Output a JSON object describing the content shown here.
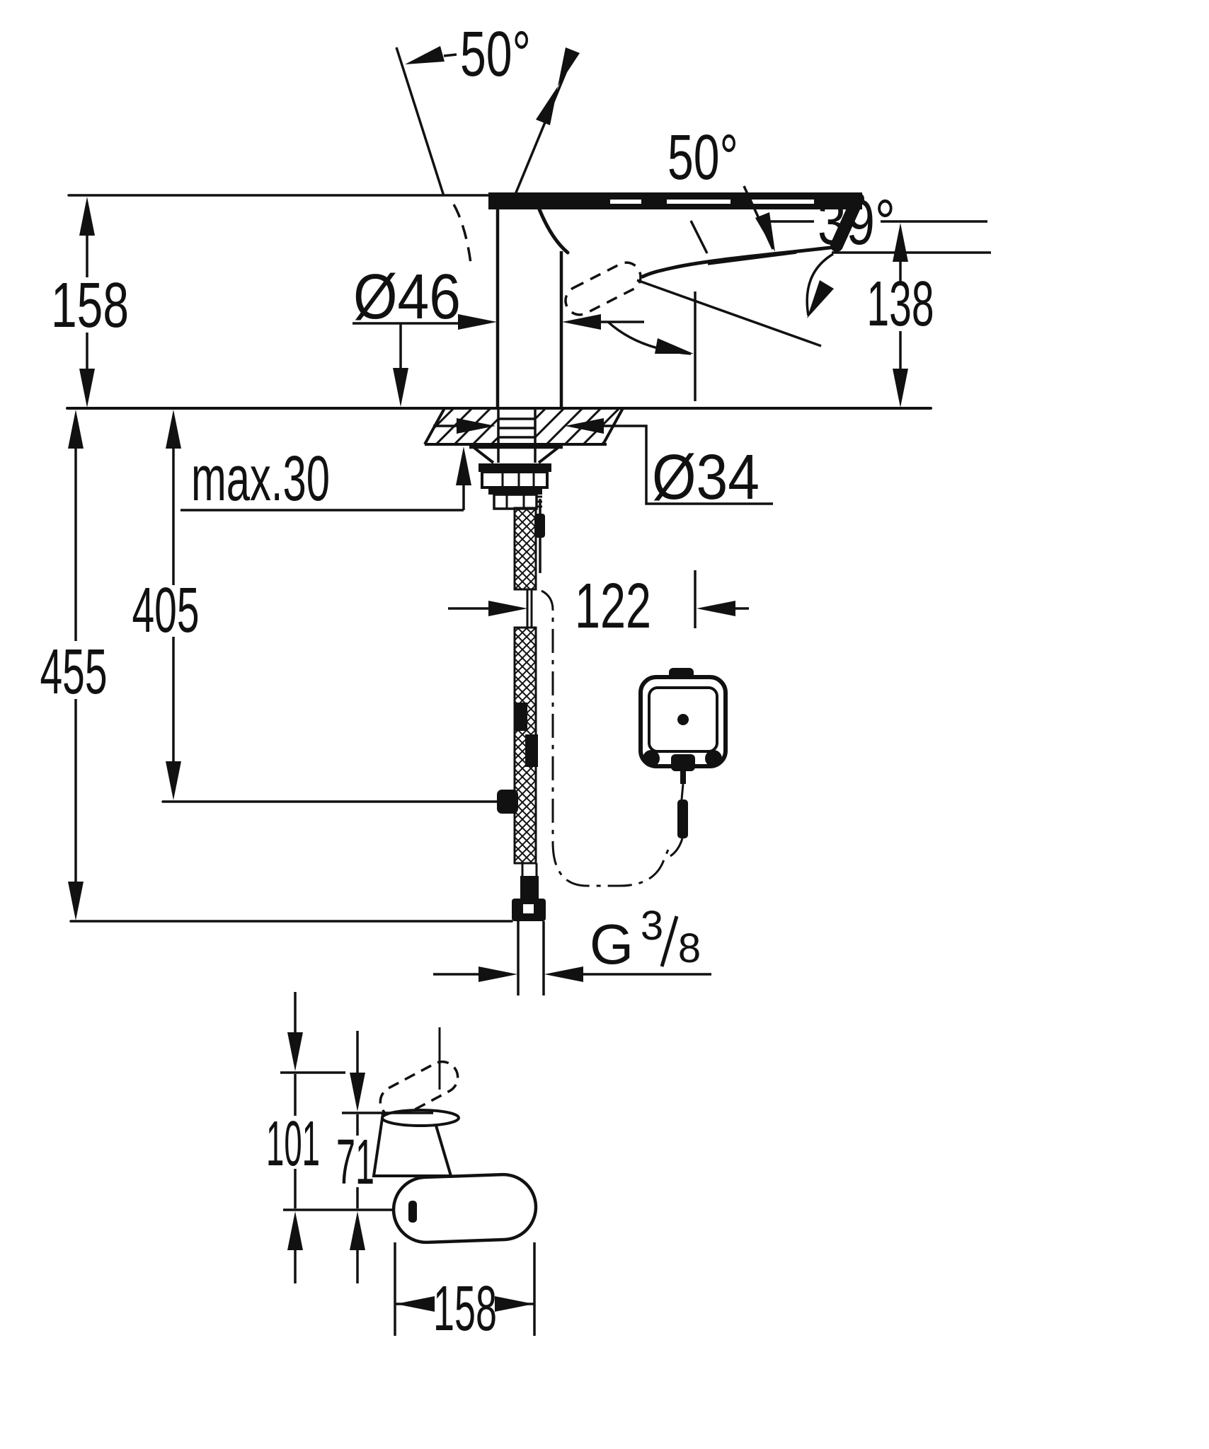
{
  "drawing_type": "technical-dimension-drawing",
  "subject": "single-lever basin mixer faucet with flexible hose and control box, two projection views",
  "colors": {
    "ink": "#111111",
    "background": "#ffffff"
  },
  "labels": {
    "angle_swivel": "50°",
    "angle_lever": "50°",
    "angle_spray": "39°",
    "dim_spout_height": "158",
    "dim_right_height": "138",
    "dim_body_diameter": "Ø46",
    "dim_max_deck_thickness": "max.30",
    "dim_hole_diameter": "Ø34",
    "dim_hose_length": "405",
    "dim_total_length": "455",
    "dim_cable_offset": "122",
    "thread_g": "G",
    "thread_numerator": "3",
    "thread_denominator": "8",
    "dim_view2_height_total": "101",
    "dim_view2_height_body": "71",
    "dim_view2_width": "158"
  }
}
